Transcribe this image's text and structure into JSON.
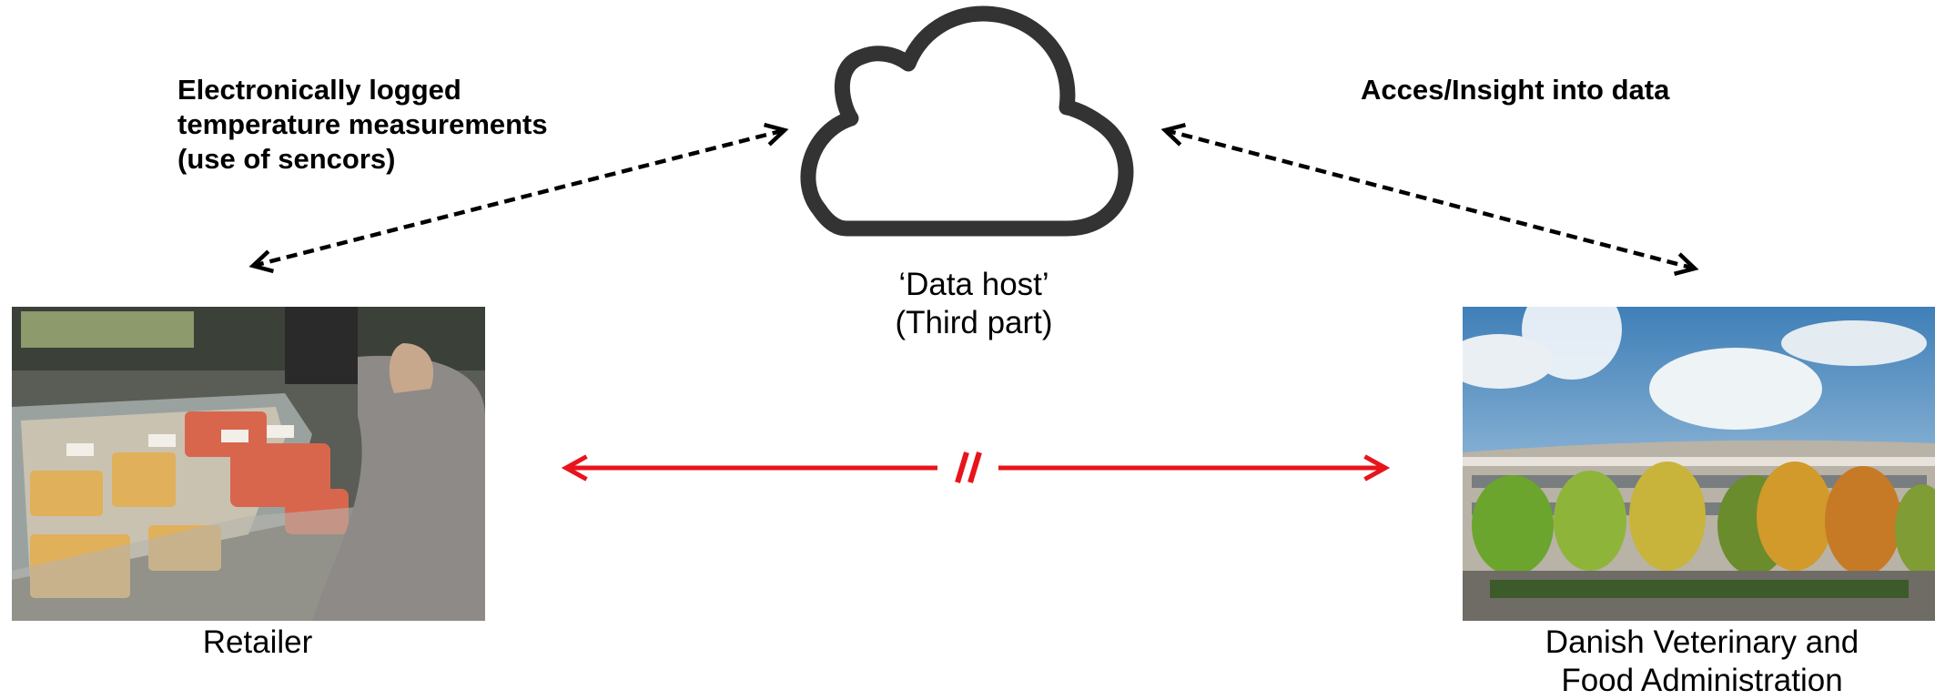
{
  "left_annotation": "Electronically logged\ntemperature measurements\n(use of sencors)",
  "right_annotation": "Acces/Insight into data",
  "cloud": {
    "line1": "‘Data host’",
    "line2": "(Third part)",
    "icon": "cloud-icon"
  },
  "retailer": {
    "label": "Retailer",
    "image": "meat-counter-photo"
  },
  "authority": {
    "line1": "Danish Veterinary and",
    "line2": "Food Administration",
    "image": "administration-building-photo"
  },
  "no_link_symbol": "//",
  "colors": {
    "arrow_dashed": "#000000",
    "arrow_no_link": "#e8141b",
    "cloud_stroke": "#333333"
  }
}
